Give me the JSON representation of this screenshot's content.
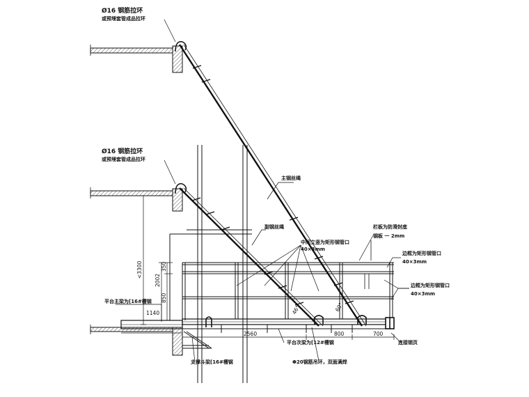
{
  "labels": {
    "top_ring_1": "Ø16 钢筋拉环",
    "top_ring_2": "或预埋套管成品拉环",
    "mid_ring_1": "Ø16 钢筋拉环",
    "mid_ring_2": "或预埋套管成品拉环",
    "main_rope": "主钢丝绳",
    "sec_rope": "副钢丝绳",
    "mid_post_1": "中间立竖为矩形钢管口",
    "mid_post_2": "40×3mm",
    "guard_1": "栏板为防滑封底",
    "guard_2": "钢板 一 2mm",
    "rail_top_1": "边框为矩形钢管口",
    "rail_top_2": "40×3mm",
    "rail_mid_1": "边框为矩形钢管口",
    "rail_mid_2": "40×3mm",
    "main_beam": "平台主梁为[16#槽钢",
    "sec_beam": "平台次梁为[12#槽钢",
    "support_beam": "支撑斗梁[16#槽钢",
    "hook": "Φ20钢筋吊环，双面满焊",
    "weld_tab": "连接销页"
  },
  "dims": {
    "h_3300": "<3300",
    "h_2002": "2002",
    "h_350": "350",
    "h_850": "850",
    "w_1140": "1140",
    "w_2560": "2560",
    "w_800": "800",
    "w_700": "700",
    "ang_1": "46°",
    "ang_2": "60°"
  }
}
